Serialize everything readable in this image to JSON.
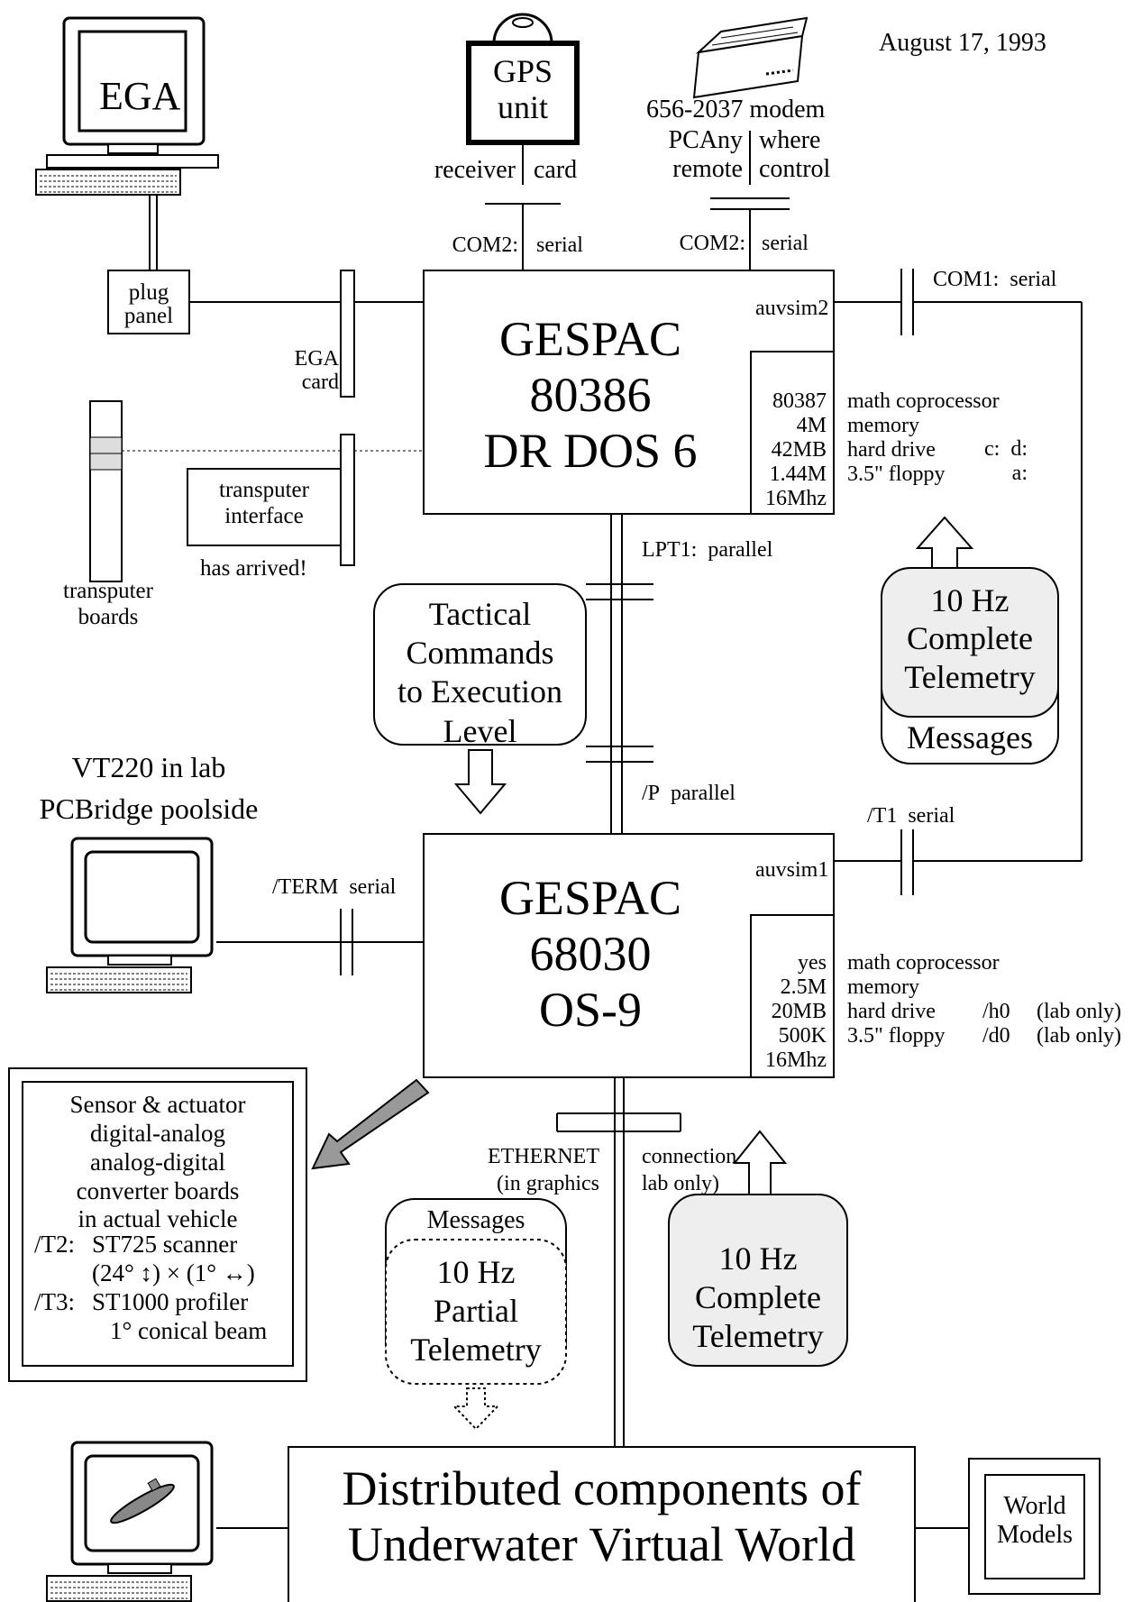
{
  "date": "August 17, 1993",
  "ega": {
    "screen_label": "EGA"
  },
  "plug_panel": [
    "plug",
    "panel"
  ],
  "ega_card": [
    "EGA",
    "card"
  ],
  "gps": {
    "title": [
      "GPS",
      "unit"
    ],
    "left": "receiver",
    "right": "card",
    "port": "COM2:",
    "port_type": "serial"
  },
  "modem": {
    "line1": "656-2037 modem",
    "left": [
      "PCAny",
      "remote"
    ],
    "right": [
      "where",
      "control"
    ],
    "port": "COM2:",
    "port_type": "serial"
  },
  "com1": {
    "port": "COM1:",
    "type": "serial"
  },
  "dos_box": {
    "host": "auvsim2",
    "title": [
      "GESPAC",
      "80386",
      "DR DOS 6"
    ],
    "specs_values": [
      "80387",
      "4M",
      "42MB",
      "1.44M",
      "16Mhz"
    ],
    "specs_labels": [
      "math coprocessor",
      "memory",
      "hard drive",
      "3.5\" floppy"
    ],
    "drives": [
      "c:  d:",
      "a:"
    ]
  },
  "transputer": {
    "boards": [
      "transputer",
      "boards"
    ],
    "interface": [
      "transputer",
      "interface"
    ],
    "status": "has arrived!"
  },
  "lpt1": {
    "port": "LPT1:",
    "type": "parallel"
  },
  "tactical": [
    "Tactical",
    "Commands",
    "to Execution",
    "Level"
  ],
  "telemetry_top": {
    "title": [
      "10 Hz",
      "Complete",
      "Telemetry"
    ],
    "messages": "Messages"
  },
  "vt220": [
    "VT220 in lab",
    "PCBridge poolside"
  ],
  "p_parallel": {
    "port": "/P",
    "type": "parallel"
  },
  "t1": {
    "port": "/T1",
    "type": "serial"
  },
  "term": {
    "port": "/TERM",
    "type": "serial"
  },
  "os9_box": {
    "host": "auvsim1",
    "title": [
      "GESPAC",
      "68030",
      "OS-9"
    ],
    "specs_values": [
      "yes",
      "2.5M",
      "20MB",
      "500K",
      "16Mhz"
    ],
    "specs_labels": [
      "math coprocessor",
      "memory",
      "hard drive",
      "3.5\" floppy"
    ],
    "drives": [
      "/h0",
      "/d0"
    ],
    "notes": [
      "(lab only)",
      "(lab only)"
    ]
  },
  "sensor": {
    "lines": [
      "Sensor & actuator",
      "digital-analog",
      "analog-digital",
      "converter boards",
      "in actual vehicle"
    ],
    "t2": "/T2:",
    "t2_text": "ST725 scanner",
    "t2_detail": "(24° ↕) × (1° ↔)",
    "t3": "/T3:",
    "t3_text": "ST1000 profiler",
    "t3_detail": "1° conical beam"
  },
  "ethernet": [
    "ETHERNET",
    "(in graphics"
  ],
  "connection": [
    "connection",
    "lab only)"
  ],
  "partial": {
    "messages": "Messages",
    "title": [
      "10 Hz",
      "Partial",
      "Telemetry"
    ]
  },
  "telemetry_bottom": [
    "10 Hz",
    "Complete",
    "Telemetry"
  ],
  "uvw": [
    "Distributed components of",
    "Underwater Virtual World"
  ],
  "world_models": [
    "World",
    "Models"
  ]
}
